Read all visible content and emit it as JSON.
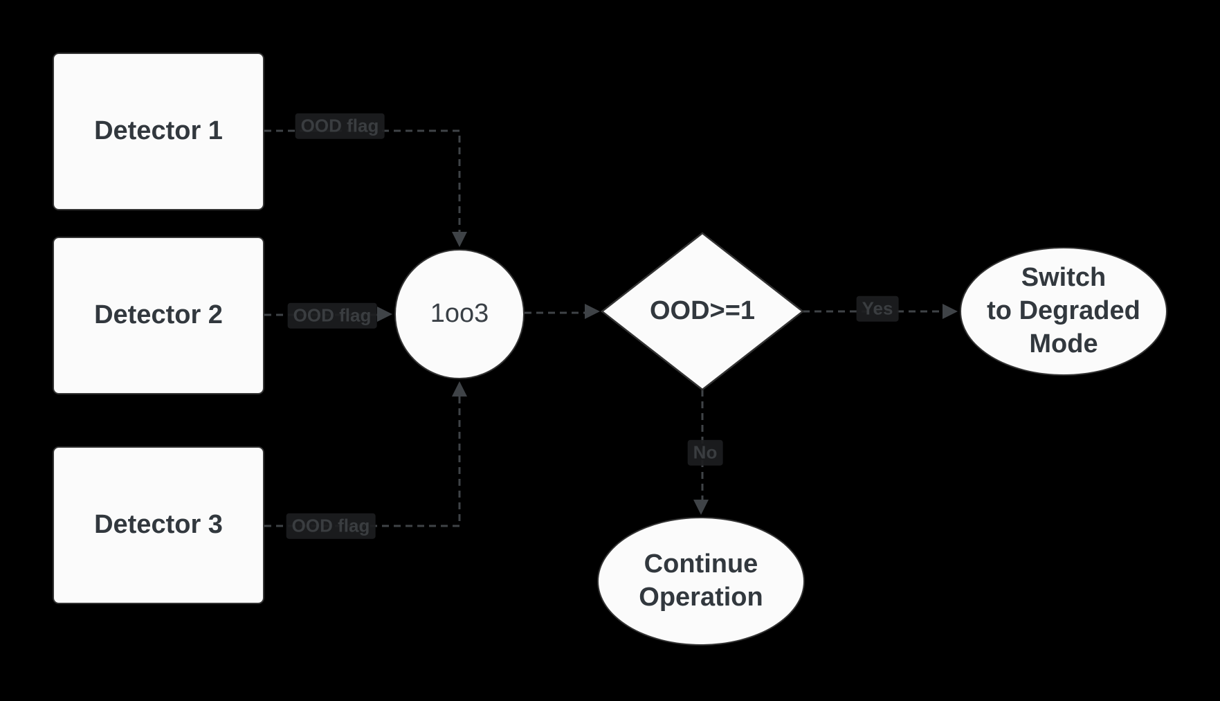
{
  "diagram": {
    "background": "#000000",
    "colors": {
      "node_fill": "#fbfbfb",
      "node_border": "#333333",
      "node_text": "#32383e",
      "edge_line": "#3f4347",
      "edge_label_text": "#3a3d40"
    },
    "nodes": {
      "detector1": {
        "label": "Detector 1",
        "shape": "rounded-rect"
      },
      "detector2": {
        "label": "Detector 2",
        "shape": "rounded-rect"
      },
      "detector3": {
        "label": "Detector 3",
        "shape": "rounded-rect"
      },
      "voter": {
        "label": "1oo3",
        "shape": "circle"
      },
      "decision": {
        "label": "OOD>=1",
        "shape": "diamond"
      },
      "degraded": {
        "label": "Switch\nto Degraded\nMode",
        "shape": "ellipse"
      },
      "continue": {
        "label": "Continue\nOperation",
        "shape": "ellipse"
      }
    },
    "edge_labels": {
      "detector1_to_voter": "OOD flag",
      "detector2_to_voter": "OOD flag",
      "detector3_to_voter": "OOD flag",
      "decision_yes": "Yes",
      "decision_no": "No"
    }
  }
}
